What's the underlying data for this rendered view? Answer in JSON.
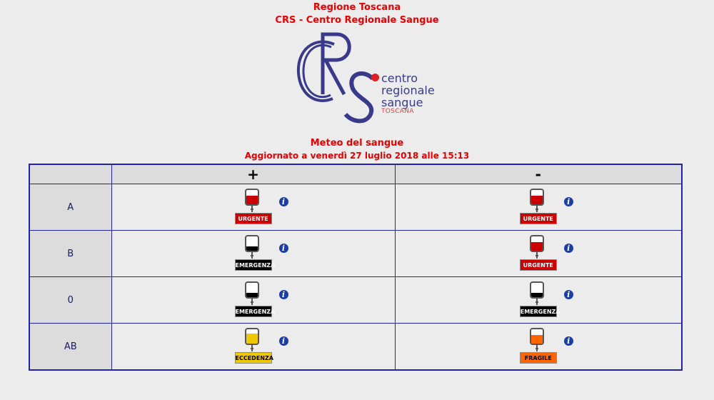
{
  "header": {
    "line1": "Regione Toscana",
    "line2": "CRS - Centro Regionale Sangue"
  },
  "logo": {
    "letters": "CRS",
    "text1": "centro",
    "text2": "regionale",
    "text3": "sangue",
    "sub": "TOSCANA",
    "dot_color": "#e02020",
    "brand_color": "#3a3a8c"
  },
  "meteo": {
    "title": "Meteo del sangue",
    "updated": "Aggiornato a venerdì 27 luglio 2018 alle 15:13"
  },
  "table": {
    "columns": [
      "",
      "+",
      "-"
    ],
    "rows": [
      {
        "group": "A",
        "pos": {
          "status": "URGENTE",
          "color": "#cc0000",
          "fill": 0.6
        },
        "neg": {
          "status": "URGENTE",
          "color": "#cc0000",
          "fill": 0.6
        }
      },
      {
        "group": "B",
        "pos": {
          "status": "EMERGENZA",
          "color": "#000000",
          "fill": 0.3
        },
        "neg": {
          "status": "URGENTE",
          "color": "#cc0000",
          "fill": 0.6
        }
      },
      {
        "group": "0",
        "pos": {
          "status": "EMERGENZA",
          "color": "#000000",
          "fill": 0.3
        },
        "neg": {
          "status": "EMERGENZA",
          "color": "#000000",
          "fill": 0.3
        }
      },
      {
        "group": "AB",
        "pos": {
          "status": "ECCEDENZA",
          "color": "#f0c800",
          "fill": 0.7
        },
        "neg": {
          "status": "FRAGILE",
          "color": "#ff6600",
          "fill": 0.6
        }
      }
    ],
    "info_icon": "i"
  }
}
